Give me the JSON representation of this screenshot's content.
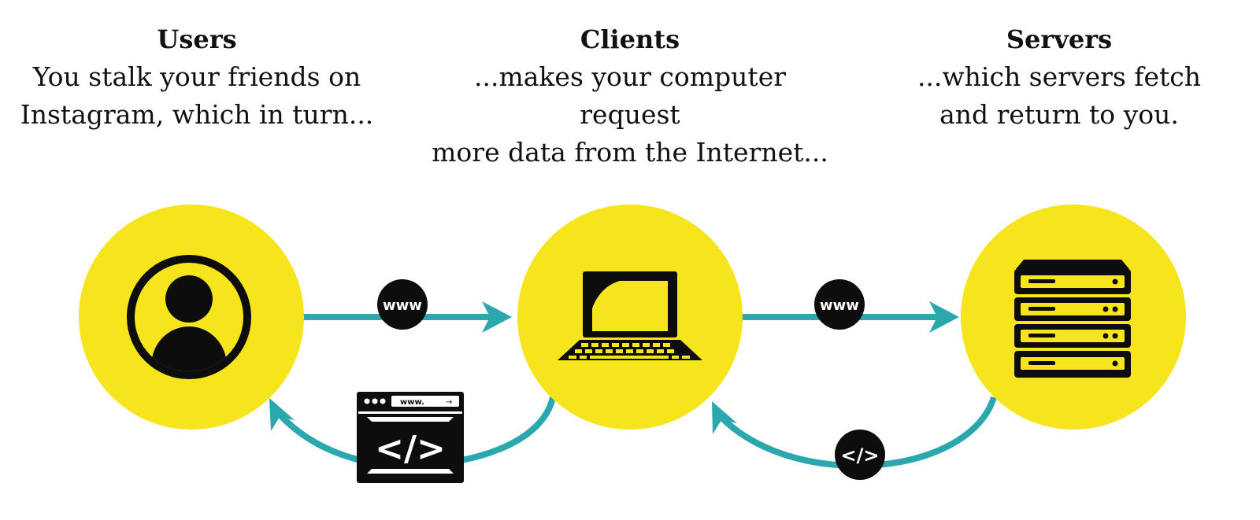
{
  "colors": {
    "circle": "#f6e41c",
    "arrow": "#2aa8ad",
    "icon": "#0d0d0d",
    "background": "#ffffff"
  },
  "columns": [
    {
      "title": "Users",
      "line1": "You stalk your friends on",
      "line2": "Instagram, which in turn..."
    },
    {
      "title": "Clients",
      "line1": "...makes your computer request",
      "line2": "more data from the Internet..."
    },
    {
      "title": "Servers",
      "line1": "...which servers fetch",
      "line2": "and return to you."
    }
  ],
  "nodes": [
    {
      "id": "users",
      "icon": "user-icon"
    },
    {
      "id": "clients",
      "icon": "laptop-icon"
    },
    {
      "id": "servers",
      "icon": "server-rack-icon"
    }
  ],
  "badges": {
    "www_left": "www",
    "www_right": "www",
    "code_right": "</>",
    "browser_window_url": "www.",
    "browser_window_code": "</>"
  },
  "flows": [
    {
      "from": "users",
      "to": "clients",
      "label": "www"
    },
    {
      "from": "clients",
      "to": "servers",
      "label": "www"
    },
    {
      "from": "servers",
      "to": "clients",
      "label": "</>"
    },
    {
      "from": "clients",
      "to": "users",
      "label": "browser-code-window-icon"
    }
  ]
}
